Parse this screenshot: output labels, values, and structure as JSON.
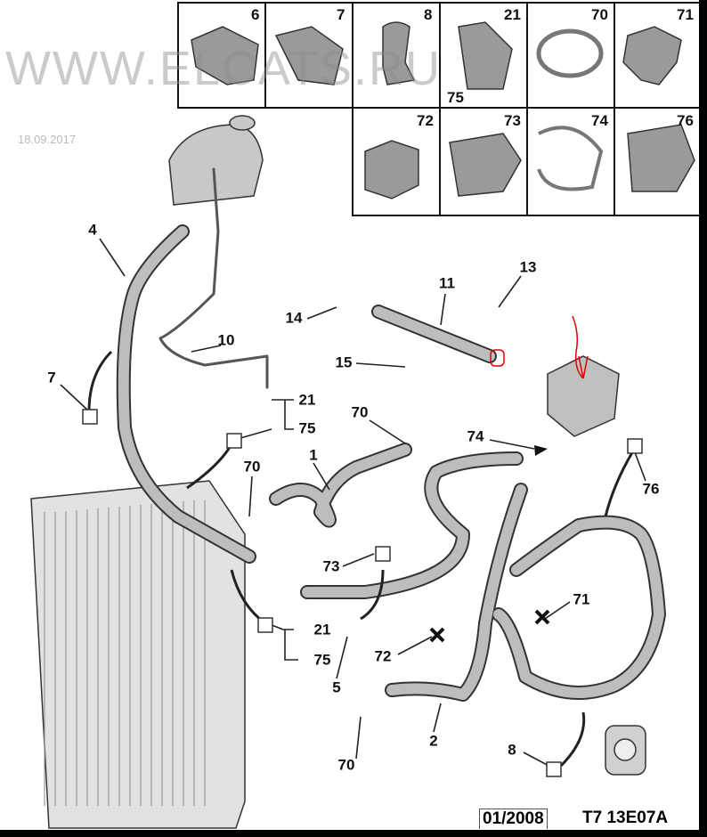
{
  "grid_cells": [
    "6",
    "7",
    "8",
    "21",
    "75",
    "70",
    "71",
    "72",
    "73",
    "74",
    "76"
  ],
  "callouts": [
    "4",
    "10",
    "14",
    "11",
    "13",
    "15",
    "7",
    "21",
    "75",
    "70",
    "74",
    "1",
    "70",
    "76",
    "73",
    "71",
    "21",
    "72",
    "75",
    "5",
    "2",
    "8",
    "70"
  ],
  "watermark": "WWW.ELCATS.RU",
  "watermark_date": "18.09.2017",
  "footer": {
    "date": "01/2008",
    "code": "T7 13E07A"
  },
  "colors": {
    "line": "#222222",
    "hose": "#b8b8b8",
    "annotation": "#e00000"
  }
}
